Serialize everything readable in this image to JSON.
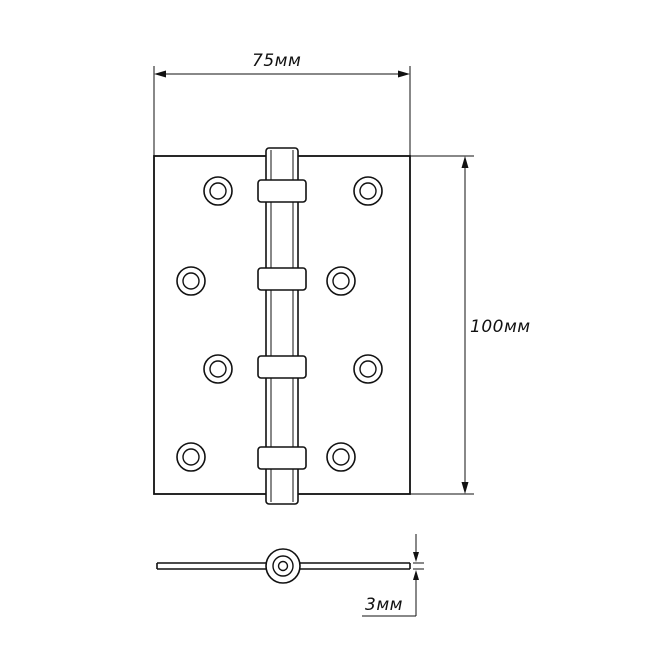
{
  "dimensions": {
    "width_label": "75мм",
    "height_label": "100мм",
    "thickness_label": "3мм"
  },
  "colors": {
    "stroke": "#111111",
    "background": "#ffffff"
  }
}
